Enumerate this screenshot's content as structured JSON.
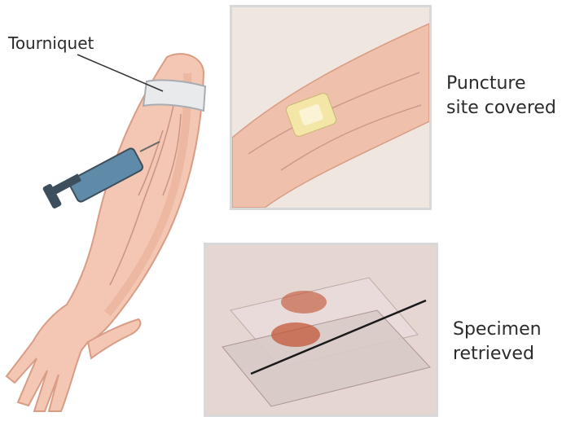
{
  "labels": {
    "tourniquet": "Tourniquet",
    "puncture_line1": "Puncture",
    "puncture_line2": "site covered",
    "specimen_line1": "Specimen",
    "specimen_line2": "retrieved"
  },
  "colors": {
    "skin": "#f3c7b3",
    "skin_shadow": "#d99c85",
    "vein": "#b87d74",
    "tourniquet": "#e8eaec",
    "syringe_barrel": "#5f8aa8",
    "syringe_dark": "#3d4f5c",
    "blood": "#c2502f",
    "bandage": "#f4e6a6",
    "text": "#2b2b2b"
  },
  "icons": [
    "arm-illustration",
    "syringe-icon",
    "tourniquet-band",
    "bandage-icon",
    "glass-slide-icon"
  ]
}
